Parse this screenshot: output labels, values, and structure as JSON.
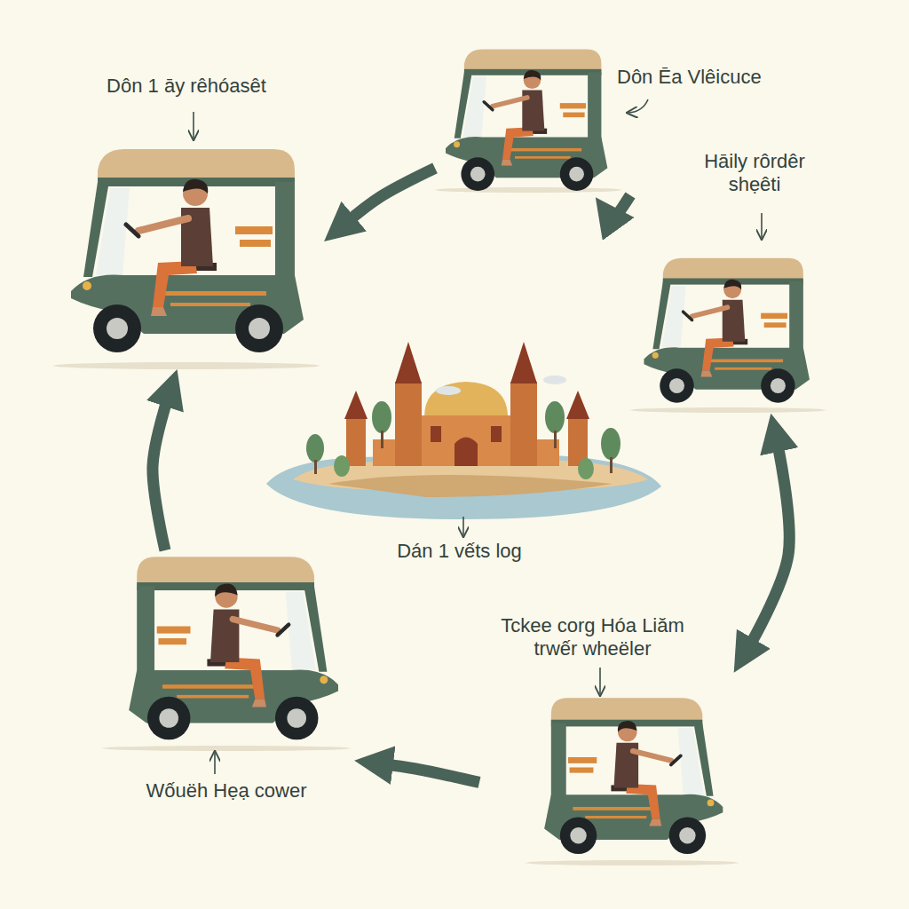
{
  "diagram": {
    "nodes": [
      {
        "text": [
          "Dôn 1 āy rêhóasêt"
        ]
      },
      {
        "text": [
          "Dôn Ēa Vlêicuce"
        ]
      },
      {
        "text": [
          "Hāily rôrdêr shẹêti"
        ]
      },
      {
        "text": [
          "Dán 1 vếts log"
        ]
      },
      {
        "text": [
          "Tckee corg Hóa Liăm trwếr wheëler"
        ]
      },
      {
        "text": [
          "Wốuëh Hẹạ cower"
        ]
      }
    ],
    "edges": [
      {
        "from": 1,
        "to": 0,
        "arrow": "to"
      },
      {
        "from": 1,
        "to": 2,
        "arrow": "to"
      },
      {
        "from": 2,
        "to": 4,
        "arrow": "both"
      },
      {
        "from": 4,
        "to": 5,
        "arrow": "to"
      },
      {
        "from": 5,
        "to": 0,
        "arrow": "to"
      }
    ]
  }
}
